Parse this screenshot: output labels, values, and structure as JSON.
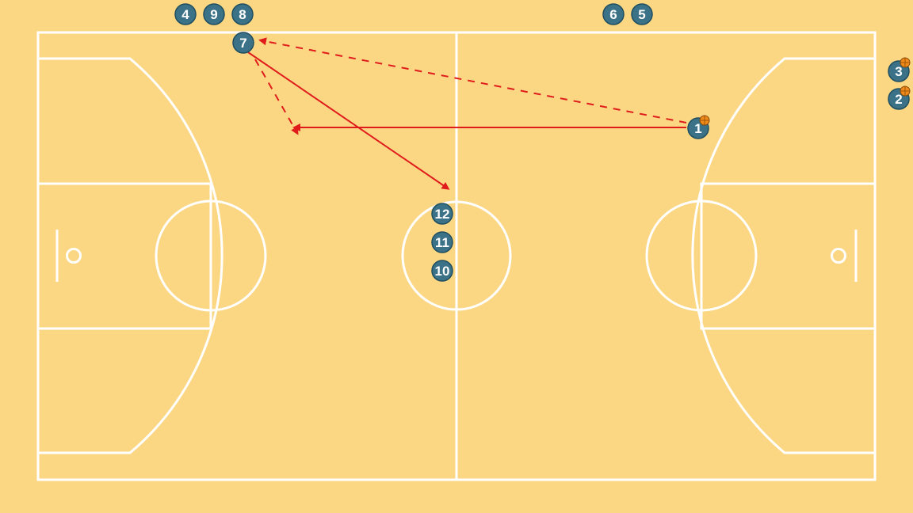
{
  "diagram": {
    "colors": {
      "floor": "#FBD784",
      "lines": "#FFFFFF",
      "player": "#3C7287",
      "player_border": "#1F4E5F",
      "arrow": "#E01B1B",
      "ball": "#F08A1A"
    },
    "players": [
      {
        "id": "4",
        "label": "4",
        "has_ball": false
      },
      {
        "id": "9",
        "label": "9",
        "has_ball": false
      },
      {
        "id": "8",
        "label": "8",
        "has_ball": false
      },
      {
        "id": "7",
        "label": "7",
        "has_ball": false
      },
      {
        "id": "6",
        "label": "6",
        "has_ball": false
      },
      {
        "id": "5",
        "label": "5",
        "has_ball": false
      },
      {
        "id": "3",
        "label": "3",
        "has_ball": true
      },
      {
        "id": "2",
        "label": "2",
        "has_ball": true
      },
      {
        "id": "1",
        "label": "1",
        "has_ball": true
      },
      {
        "id": "12",
        "label": "12",
        "has_ball": false
      },
      {
        "id": "11",
        "label": "11",
        "has_ball": false
      },
      {
        "id": "10",
        "label": "10",
        "has_ball": false
      }
    ],
    "movements": [
      {
        "id": "pass-1-to-7",
        "type": "pass",
        "style": "dashed",
        "from": "1",
        "to": "7"
      },
      {
        "id": "dribble-1",
        "type": "dribble",
        "style": "solid",
        "from": "1",
        "to": "left-wing"
      },
      {
        "id": "cut-7",
        "type": "cut",
        "style": "solid",
        "from": "7",
        "to": "center-circle"
      },
      {
        "id": "pass-7",
        "type": "pass",
        "style": "dashed",
        "from": "7",
        "to": "left-wing"
      }
    ]
  }
}
